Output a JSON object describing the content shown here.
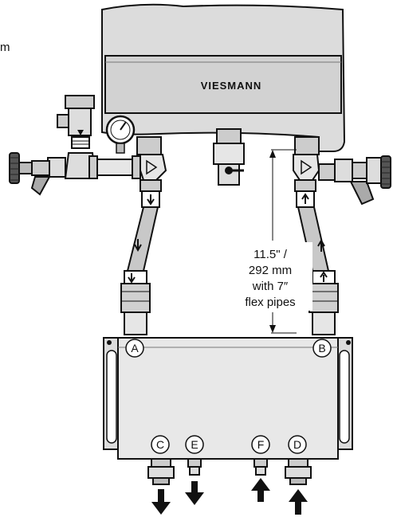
{
  "boiler": {
    "brand": "VIESMANN"
  },
  "margin_text": "m",
  "dimension": {
    "line1": "11.5\" /",
    "line2": "292 mm",
    "line3": "with 7″",
    "line4": "flex pipes"
  },
  "connections": {
    "A": "A",
    "B": "B",
    "C": "C",
    "D": "D",
    "E": "E",
    "F": "F"
  },
  "colors": {
    "line": "#111111",
    "panel_fill": "#dcdcdc",
    "panel_fill_dark": "#c4c4c4",
    "header_band": "#d2d2d2",
    "background": "#ffffff"
  }
}
